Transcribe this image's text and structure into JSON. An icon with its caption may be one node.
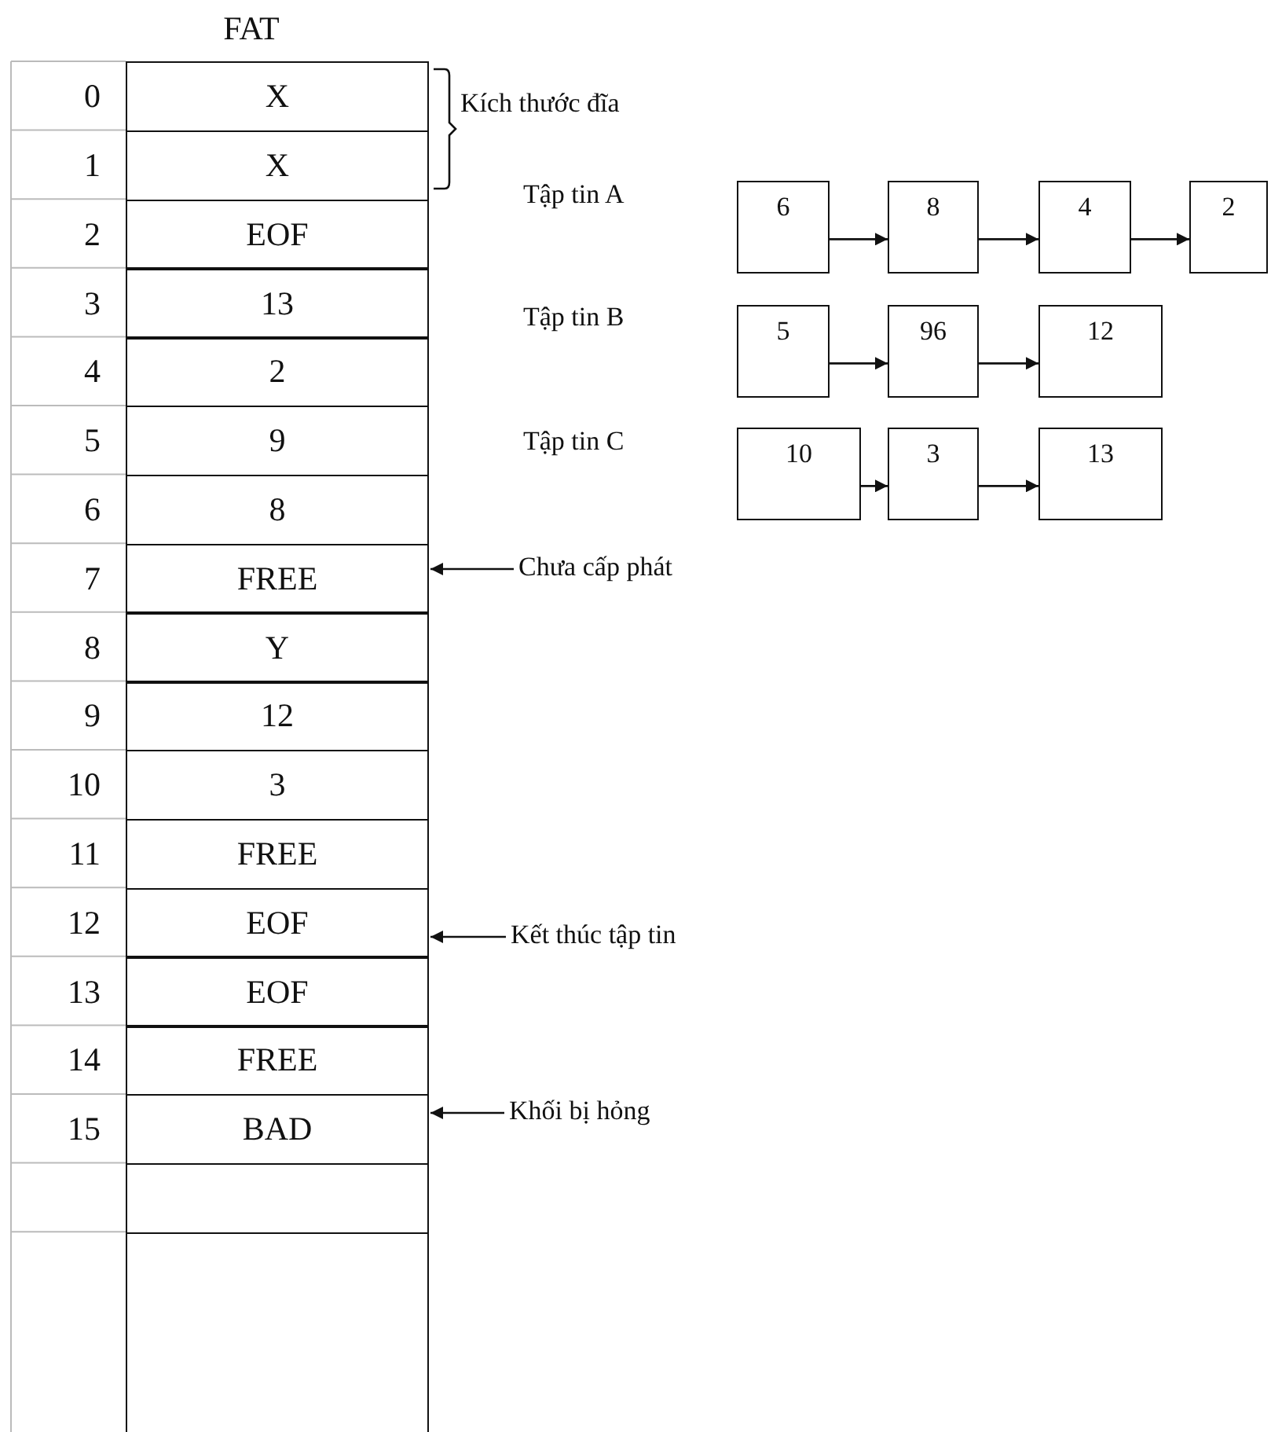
{
  "diagram": {
    "title": "FAT",
    "nodes": [
      {
        "text": [
          "X"
        ],
        "beside": [
          "0"
        ]
      },
      {
        "text": [
          "X"
        ],
        "beside": [
          "1"
        ]
      },
      {
        "text": [
          "EOF"
        ],
        "beside": [
          "2"
        ]
      },
      {
        "text": [
          "13"
        ],
        "beside": [
          "3"
        ]
      },
      {
        "text": [
          "2"
        ],
        "beside": [
          "4"
        ]
      },
      {
        "text": [
          "9"
        ],
        "beside": [
          "5"
        ]
      },
      {
        "text": [
          "8"
        ],
        "beside": [
          "6"
        ]
      },
      {
        "text": [
          "FREE"
        ],
        "beside": [
          "7"
        ]
      },
      {
        "text": [
          "Y"
        ],
        "beside": [
          "8"
        ]
      },
      {
        "text": [
          "12"
        ],
        "beside": [
          "9"
        ]
      },
      {
        "text": [
          "3"
        ],
        "beside": [
          "10"
        ]
      },
      {
        "text": [
          "FREE"
        ],
        "beside": [
          "11"
        ]
      },
      {
        "text": [
          "EOF"
        ],
        "beside": [
          "12"
        ]
      },
      {
        "text": [
          "EOF"
        ],
        "beside": [
          "13"
        ]
      },
      {
        "text": [
          "FREE"
        ],
        "beside": [
          "14"
        ]
      },
      {
        "text": [
          "BAD"
        ],
        "beside": [
          "15"
        ]
      },
      {
        "text": [],
        "shape": "box"
      },
      {
        "text": [],
        "shape": "box"
      },
      {
        "text": [
          "6"
        ]
      },
      {
        "text": [
          "8"
        ]
      },
      {
        "text": [
          "4"
        ]
      },
      {
        "text": [
          "2"
        ]
      },
      {
        "text": [
          "5"
        ]
      },
      {
        "text": [
          "96"
        ]
      },
      {
        "text": [
          "12"
        ]
      },
      {
        "text": [
          "10"
        ]
      },
      {
        "text": [
          "3"
        ]
      },
      {
        "text": [
          "13"
        ]
      },
      {
        "text": [
          "Chưa cấp phát"
        ]
      },
      {
        "text": [
          "Kết thúc tập tin"
        ]
      },
      {
        "text": [
          "Khối bị hỏng"
        ]
      }
    ],
    "edges": [
      {
        "from": 18,
        "to": 19,
        "arrow": "to"
      },
      {
        "from": 19,
        "to": 20,
        "arrow": "to"
      },
      {
        "from": 20,
        "to": 21,
        "arrow": "to"
      },
      {
        "from": 22,
        "to": 23,
        "arrow": "to"
      },
      {
        "from": 23,
        "to": 24,
        "arrow": "to"
      },
      {
        "from": 25,
        "to": 26,
        "arrow": "to"
      },
      {
        "from": 26,
        "to": 27,
        "arrow": "to"
      },
      {
        "from": 28,
        "to": 7,
        "arrow": "to"
      },
      {
        "from": 29,
        "to": 12,
        "arrow": "to"
      },
      {
        "from": 30,
        "to": 15,
        "arrow": "to"
      }
    ],
    "labels": [
      "Kích thước đĩa",
      "Tập tin A",
      "Tập tin B",
      "Tập tin C"
    ]
  }
}
